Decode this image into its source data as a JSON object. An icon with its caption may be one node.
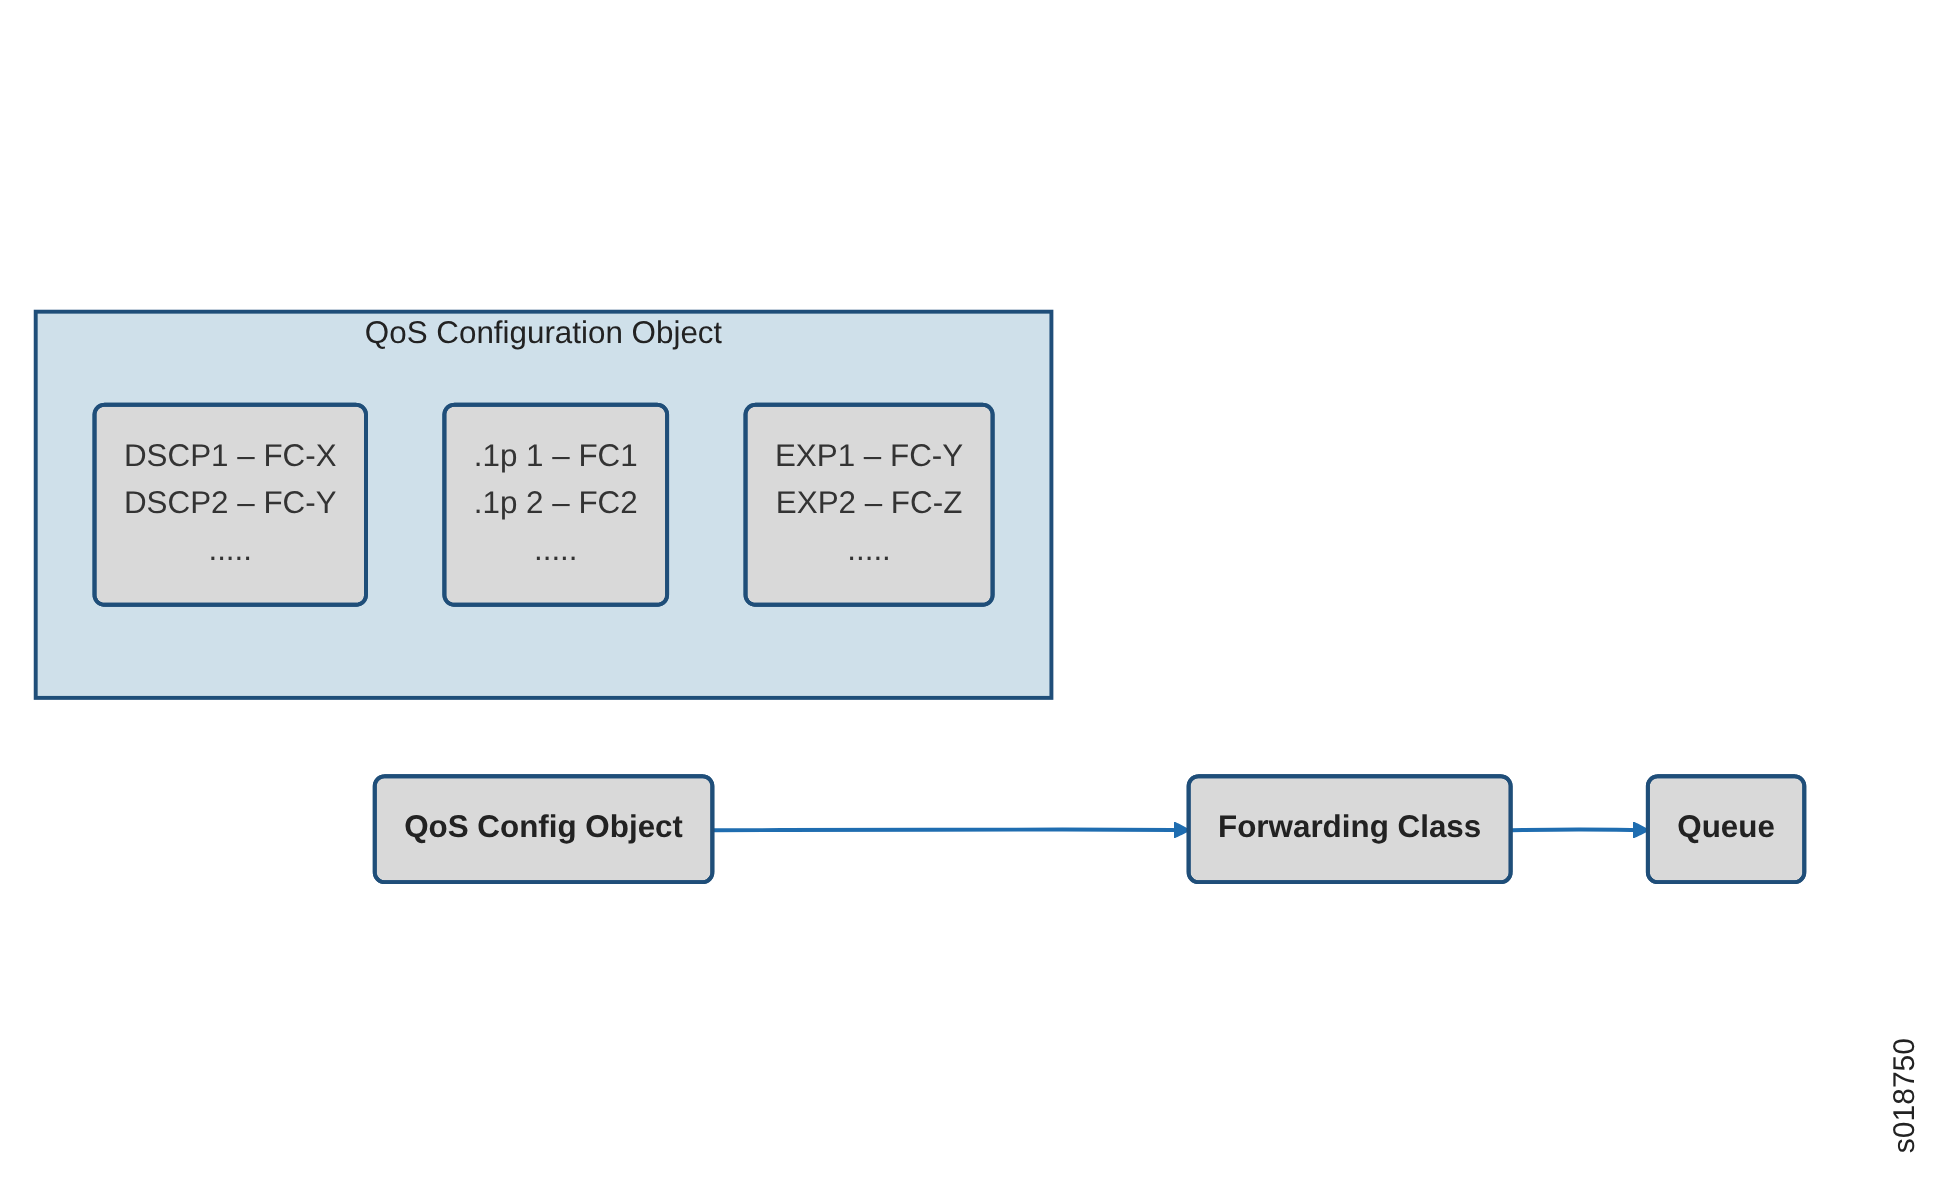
{
  "diagram": {
    "nodes": [
      {
        "text": [
          "QoS Config Object"
        ]
      },
      {
        "text": [
          "Forwarding Class"
        ]
      },
      {
        "text": [
          "Queue"
        ]
      },
      {
        "text": [
          "QoS Configuration Object"
        ]
      },
      {
        "text": [
          "DSCP1 – FC-X",
          "DSCP2 – FC-Y",
          "....."
        ],
        "in": 3
      },
      {
        "text": [
          ".1p 1 – FC1",
          ".1p 2 – FC2",
          "....."
        ],
        "in": 3
      },
      {
        "text": [
          "EXP1 – FC-Y",
          "EXP2 – FC-Z",
          "....."
        ],
        "in": 3
      }
    ],
    "edges": [
      {
        "from": 0,
        "to": 1,
        "arrow": "to"
      },
      {
        "from": 1,
        "to": 2,
        "arrow": "to"
      }
    ],
    "labels": [
      "s018750"
    ]
  }
}
